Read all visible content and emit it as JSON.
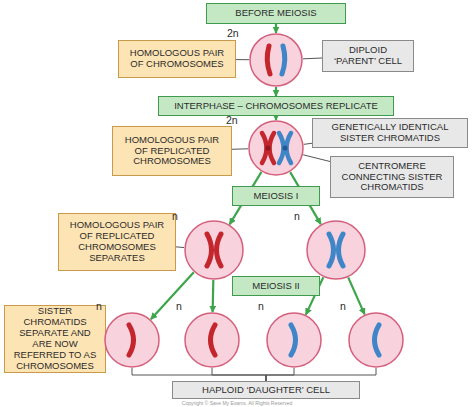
{
  "diagram": {
    "nodes": [
      {
        "text": [
          "BEFORE MEIOSIS"
        ]
      },
      {
        "text": [
          "HOMOLOGOUS PAIR OF CHROMOSOMES"
        ]
      },
      {
        "text": [
          "2n"
        ]
      },
      {
        "text": [
          "DIPLOID ‘PARENT’ CELL"
        ]
      },
      {
        "text": [
          "INTERPHASE – CHROMOSOMES REPLICATE"
        ]
      },
      {
        "text": [
          "GENETICALLY IDENTICAL SISTER CHROMATIDS"
        ]
      },
      {
        "text": [
          "HOMOLOGOUS PAIR OF REPLICATED CHROMOSOMES"
        ]
      },
      {
        "text": [
          "2n"
        ]
      },
      {
        "text": [
          "CENTROMERE CONNECTING SISTER CHROMATIDS"
        ]
      },
      {
        "text": [
          "MEIOSIS I"
        ]
      },
      {
        "text": [
          "HOMOLOGOUS PAIR OF REPLICATED CHROMOSOMES SEPARATES"
        ]
      },
      {
        "text": [
          "n"
        ]
      },
      {
        "text": [
          "n"
        ]
      },
      {
        "text": [
          "MEIOSIS II"
        ]
      },
      {
        "text": [
          "SISTER CHROMATIDS SEPARATE AND ARE NOW REFERRED TO AS CHROMOSOMES"
        ]
      },
      {
        "text": [
          "n"
        ]
      },
      {
        "text": [
          "n"
        ]
      },
      {
        "text": [
          "n"
        ]
      },
      {
        "text": [
          "n"
        ]
      },
      {
        "text": [
          "HAPLOID ‘DAUGHTER’ CELL"
        ]
      }
    ],
    "edges": [
      {
        "from": 0,
        "to": 2,
        "arrow": "to"
      },
      {
        "from": 2,
        "to": 4,
        "arrow": "to"
      },
      {
        "from": 4,
        "to": 7,
        "arrow": "to"
      },
      {
        "from": 7,
        "to": 11,
        "arrow": "to"
      },
      {
        "from": 7,
        "to": 12,
        "arrow": "to"
      },
      {
        "from": 11,
        "to": 15,
        "arrow": "to"
      },
      {
        "from": 11,
        "to": 16,
        "arrow": "to"
      },
      {
        "from": 12,
        "to": 17,
        "arrow": "to"
      },
      {
        "from": 12,
        "to": 18,
        "arrow": "to"
      },
      {
        "from": 1,
        "to": 2,
        "arrow": "none"
      },
      {
        "from": 3,
        "to": 2,
        "arrow": "none"
      },
      {
        "from": 6,
        "to": 7,
        "arrow": "none"
      },
      {
        "from": 5,
        "to": 7,
        "arrow": "none"
      },
      {
        "from": 8,
        "to": 7,
        "arrow": "none"
      },
      {
        "from": 10,
        "to": 11,
        "arrow": "none"
      },
      {
        "from": 14,
        "to": 15,
        "arrow": "none"
      },
      {
        "from": 15,
        "to": 19,
        "arrow": "none"
      },
      {
        "from": 16,
        "to": 19,
        "arrow": "none"
      },
      {
        "from": 17,
        "to": 19,
        "arrow": "none"
      },
      {
        "from": 18,
        "to": 19,
        "arrow": "none"
      }
    ],
    "labels": [
      "Copyright © Save My Exams. All Rights Reserved"
    ]
  }
}
